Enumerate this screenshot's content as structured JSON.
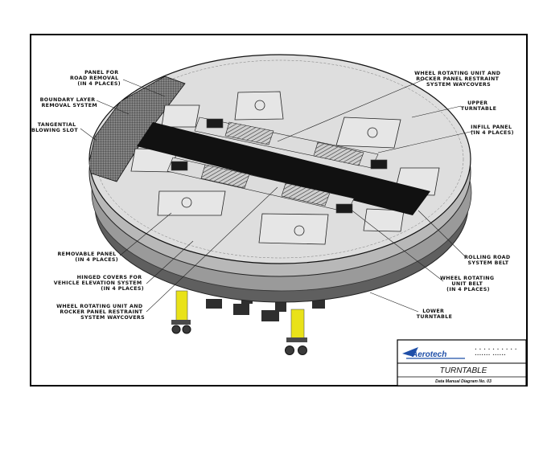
{
  "diagram": {
    "labels": {
      "panel_road_removal": [
        "PANEL FOR",
        "ROAD REMOVAL",
        "(IN 4 PLACES)"
      ],
      "boundary_layer": [
        "BOUNDARY LAYER",
        "REMOVAL SYSTEM"
      ],
      "tangential_slot": [
        "TANGENTIAL",
        "BLOWING SLOT"
      ],
      "removable_panel": [
        "REMOVABLE PANEL",
        "(IN 4 PLACES)"
      ],
      "hinged_covers": [
        "HINGED COVERS FOR",
        "VEHICLE ELEVATION SYSTEM",
        "(IN 4 PLACES)"
      ],
      "wheel_unit_bottom": [
        "WHEEL ROTATING UNIT AND",
        "ROCKER PANEL RESTRAINT",
        "SYSTEM WAYCOVERS"
      ],
      "wheel_unit_top": [
        "WHEEL ROTATING UNIT AND",
        "ROCKER PANEL RESTRAINT",
        "SYSTEM WAYCOVERS"
      ],
      "upper_turntable": [
        "UPPER",
        "TURNTABLE"
      ],
      "infill_panel": [
        "INFILL PANEL",
        "(IN 4 PLACES)"
      ],
      "rolling_road": [
        "ROLLING ROAD",
        "SYSTEM BELT"
      ],
      "wheel_unit_belt": [
        "WHEEL ROTATING",
        "UNIT BELT",
        "(IN 4 PLACES)"
      ],
      "lower_turntable": [
        "LOWER",
        "TURNTABLE"
      ]
    }
  },
  "title_block": {
    "logo": "Aerotech",
    "logo_small_1": "• • • • • • • • • •",
    "logo_small_2": "••••••• ••••••",
    "title": "TURNTABLE",
    "subtitle": "Data Manual Diagram No. 03"
  },
  "colors": {
    "surface": "#dedede",
    "side": "#b8b8b8",
    "belt": "#111111",
    "legs": "#e9e219",
    "logo": "#1f4fa8"
  }
}
